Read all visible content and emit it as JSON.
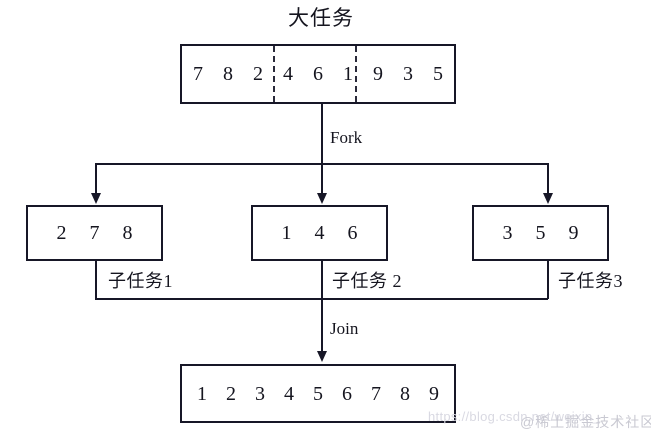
{
  "diagram": {
    "title": "大任务",
    "fork_label": "Fork",
    "join_label": "Join",
    "big_task": {
      "name": "大任务",
      "values": [
        "7",
        "8",
        "2",
        "4",
        "6",
        "1",
        "9",
        "3",
        "5"
      ],
      "split_after_indices": [
        3,
        6
      ]
    },
    "subtasks": [
      {
        "label": "子任务1",
        "values": [
          "2",
          "7",
          "8"
        ]
      },
      {
        "label": "子任务 2",
        "values": [
          "1",
          "4",
          "6"
        ]
      },
      {
        "label": "子任务3",
        "values": [
          "3",
          "5",
          "9"
        ]
      }
    ],
    "result": {
      "values": [
        "1",
        "2",
        "3",
        "4",
        "5",
        "6",
        "7",
        "8",
        "9"
      ]
    },
    "colors": {
      "stroke": "#171727",
      "text": "#15151f",
      "background": "#ffffff",
      "watermark": "#c9c9d2"
    }
  },
  "watermark": {
    "url": "https://blog.csdn.net/weixin_",
    "brand": "@稀土掘金技术社区"
  }
}
